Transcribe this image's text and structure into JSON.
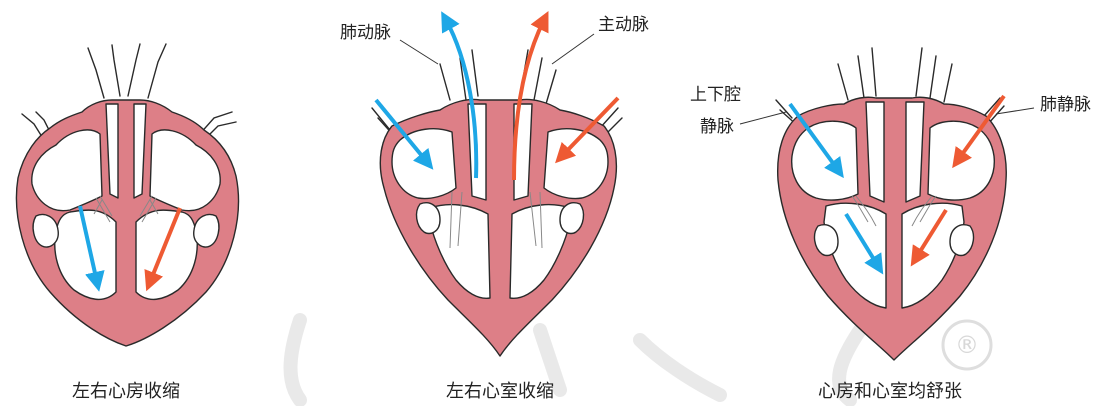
{
  "labels": {
    "pulmonary_artery": "肺动脉",
    "aorta": "主动脉",
    "vena_cava_line1": "上下腔",
    "vena_cava_line2": "静脉",
    "pulmonary_vein": "肺静脉"
  },
  "captions": {
    "atria_contract": "左右心房收缩",
    "ventricles_contract": "左右心室收缩",
    "all_relaxed": "心房和心室均舒张"
  },
  "watermark": "®",
  "colors": {
    "muscle": "#dd7f87",
    "outline": "#2a2a2a",
    "deoxygenated_flow": "#1ea7e6",
    "oxygenated_flow": "#ee5a33"
  }
}
